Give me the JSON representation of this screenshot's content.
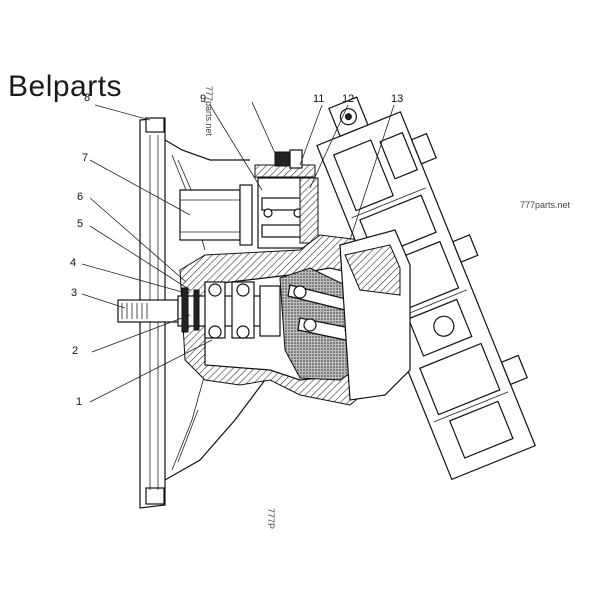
{
  "brand": "Belparts",
  "watermarks": {
    "top": "777parts.net",
    "right": "777parts.net",
    "bottom": "777P"
  },
  "callouts": {
    "c1": "1",
    "c2": "2",
    "c3": "3",
    "c4": "4",
    "c5": "5",
    "c6": "6",
    "c7": "7",
    "c8": "8",
    "c9": "9",
    "c11": "11",
    "c12": "12",
    "c13": "13"
  }
}
